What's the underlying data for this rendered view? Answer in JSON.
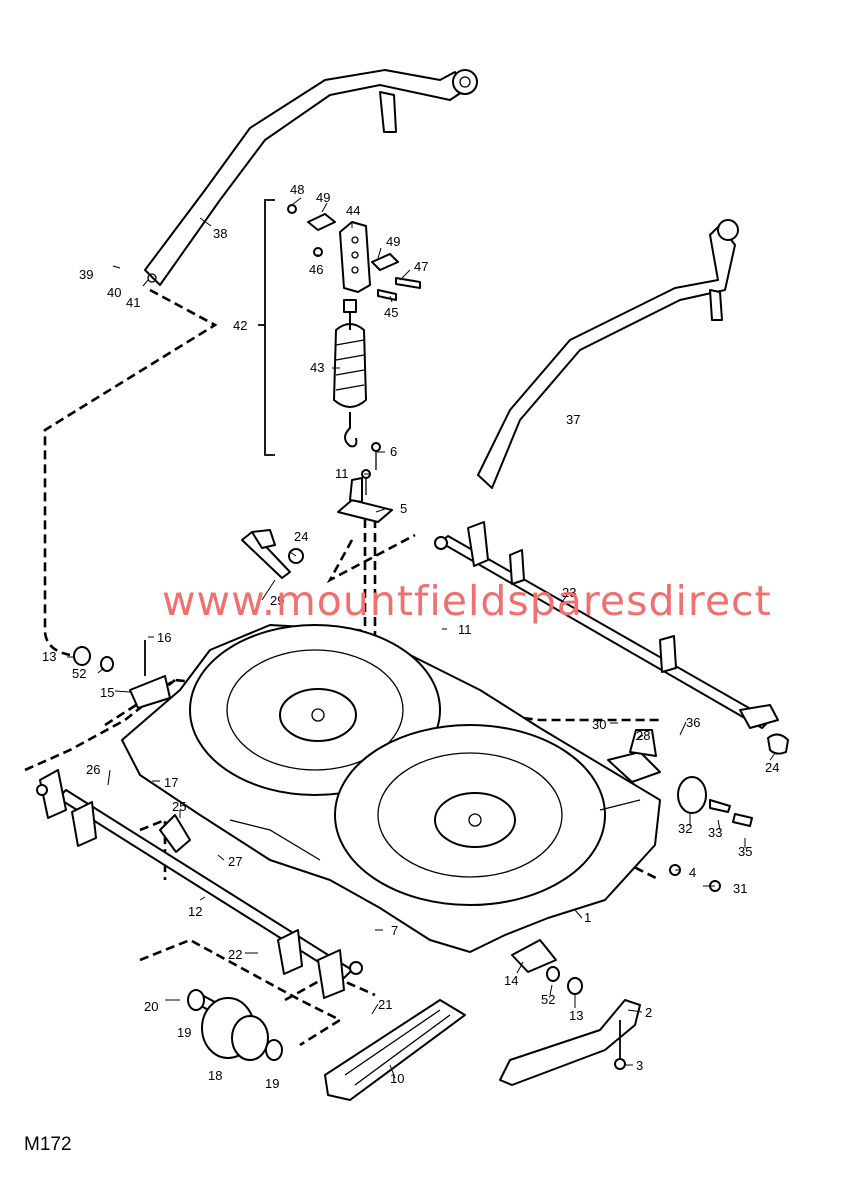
{
  "diagram": {
    "code": "M172",
    "watermark": "www.mountfieldsparesdirect",
    "labels": {
      "l1": "1",
      "l2": "2",
      "l3": "3",
      "l4": "4",
      "l5": "5",
      "l6": "6",
      "l7": "7",
      "l10": "10",
      "l11a": "11",
      "l11b": "11",
      "l12": "12",
      "l13a": "13",
      "l13b": "13",
      "l14": "14",
      "l15": "15",
      "l16": "16",
      "l17": "17",
      "l18": "18",
      "l19a": "19",
      "l19b": "19",
      "l20": "20",
      "l21": "21",
      "l22": "22",
      "l23": "23",
      "l24a": "24",
      "l24b": "24",
      "l25": "25",
      "l26": "26",
      "l27": "27",
      "l28": "28",
      "l29": "29",
      "l30": "30",
      "l31": "31",
      "l32": "32",
      "l33": "33",
      "l35": "35",
      "l36": "36",
      "l37": "37",
      "l38": "38",
      "l39": "39",
      "l40": "40",
      "l41": "41",
      "l42": "42",
      "l43": "43",
      "l44": "44",
      "l45": "45",
      "l46": "46",
      "l47": "47",
      "l48": "48",
      "l49a": "49",
      "l49b": "49",
      "l52a": "52",
      "l52b": "52"
    }
  }
}
